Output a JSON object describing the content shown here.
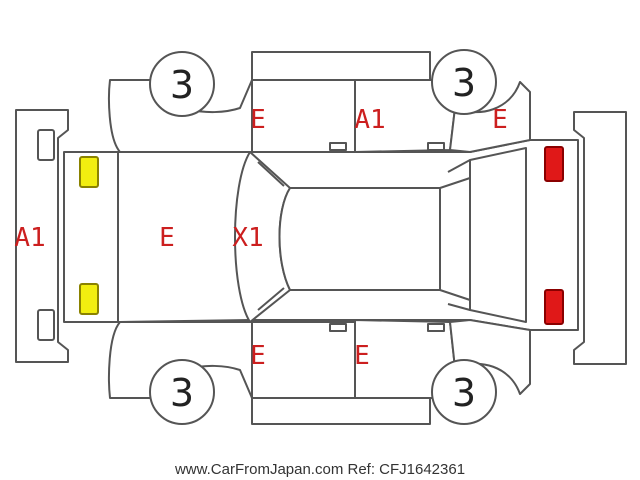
{
  "colors": {
    "code_text": "#cc1f1f",
    "light_marker": "#f2ee10",
    "light_marker_stroke": "#8a8200",
    "rear_marker": "#e01818",
    "rear_marker_stroke": "#8a0000",
    "outline": "#555555"
  },
  "wheels": {
    "front_left": "3",
    "rear_left": "3",
    "front_right": "3",
    "rear_right": "3"
  },
  "codes": {
    "front_bumper": "A1",
    "hood": "E",
    "windshield": "X1",
    "front_left_fender": "E",
    "left_rear_door": "A1",
    "left_rear_quarter": "E",
    "front_right_fender": "E",
    "right_rear_door": "E"
  },
  "footer": {
    "text": "www.CarFromJapan.com Ref: CFJ1642361"
  }
}
